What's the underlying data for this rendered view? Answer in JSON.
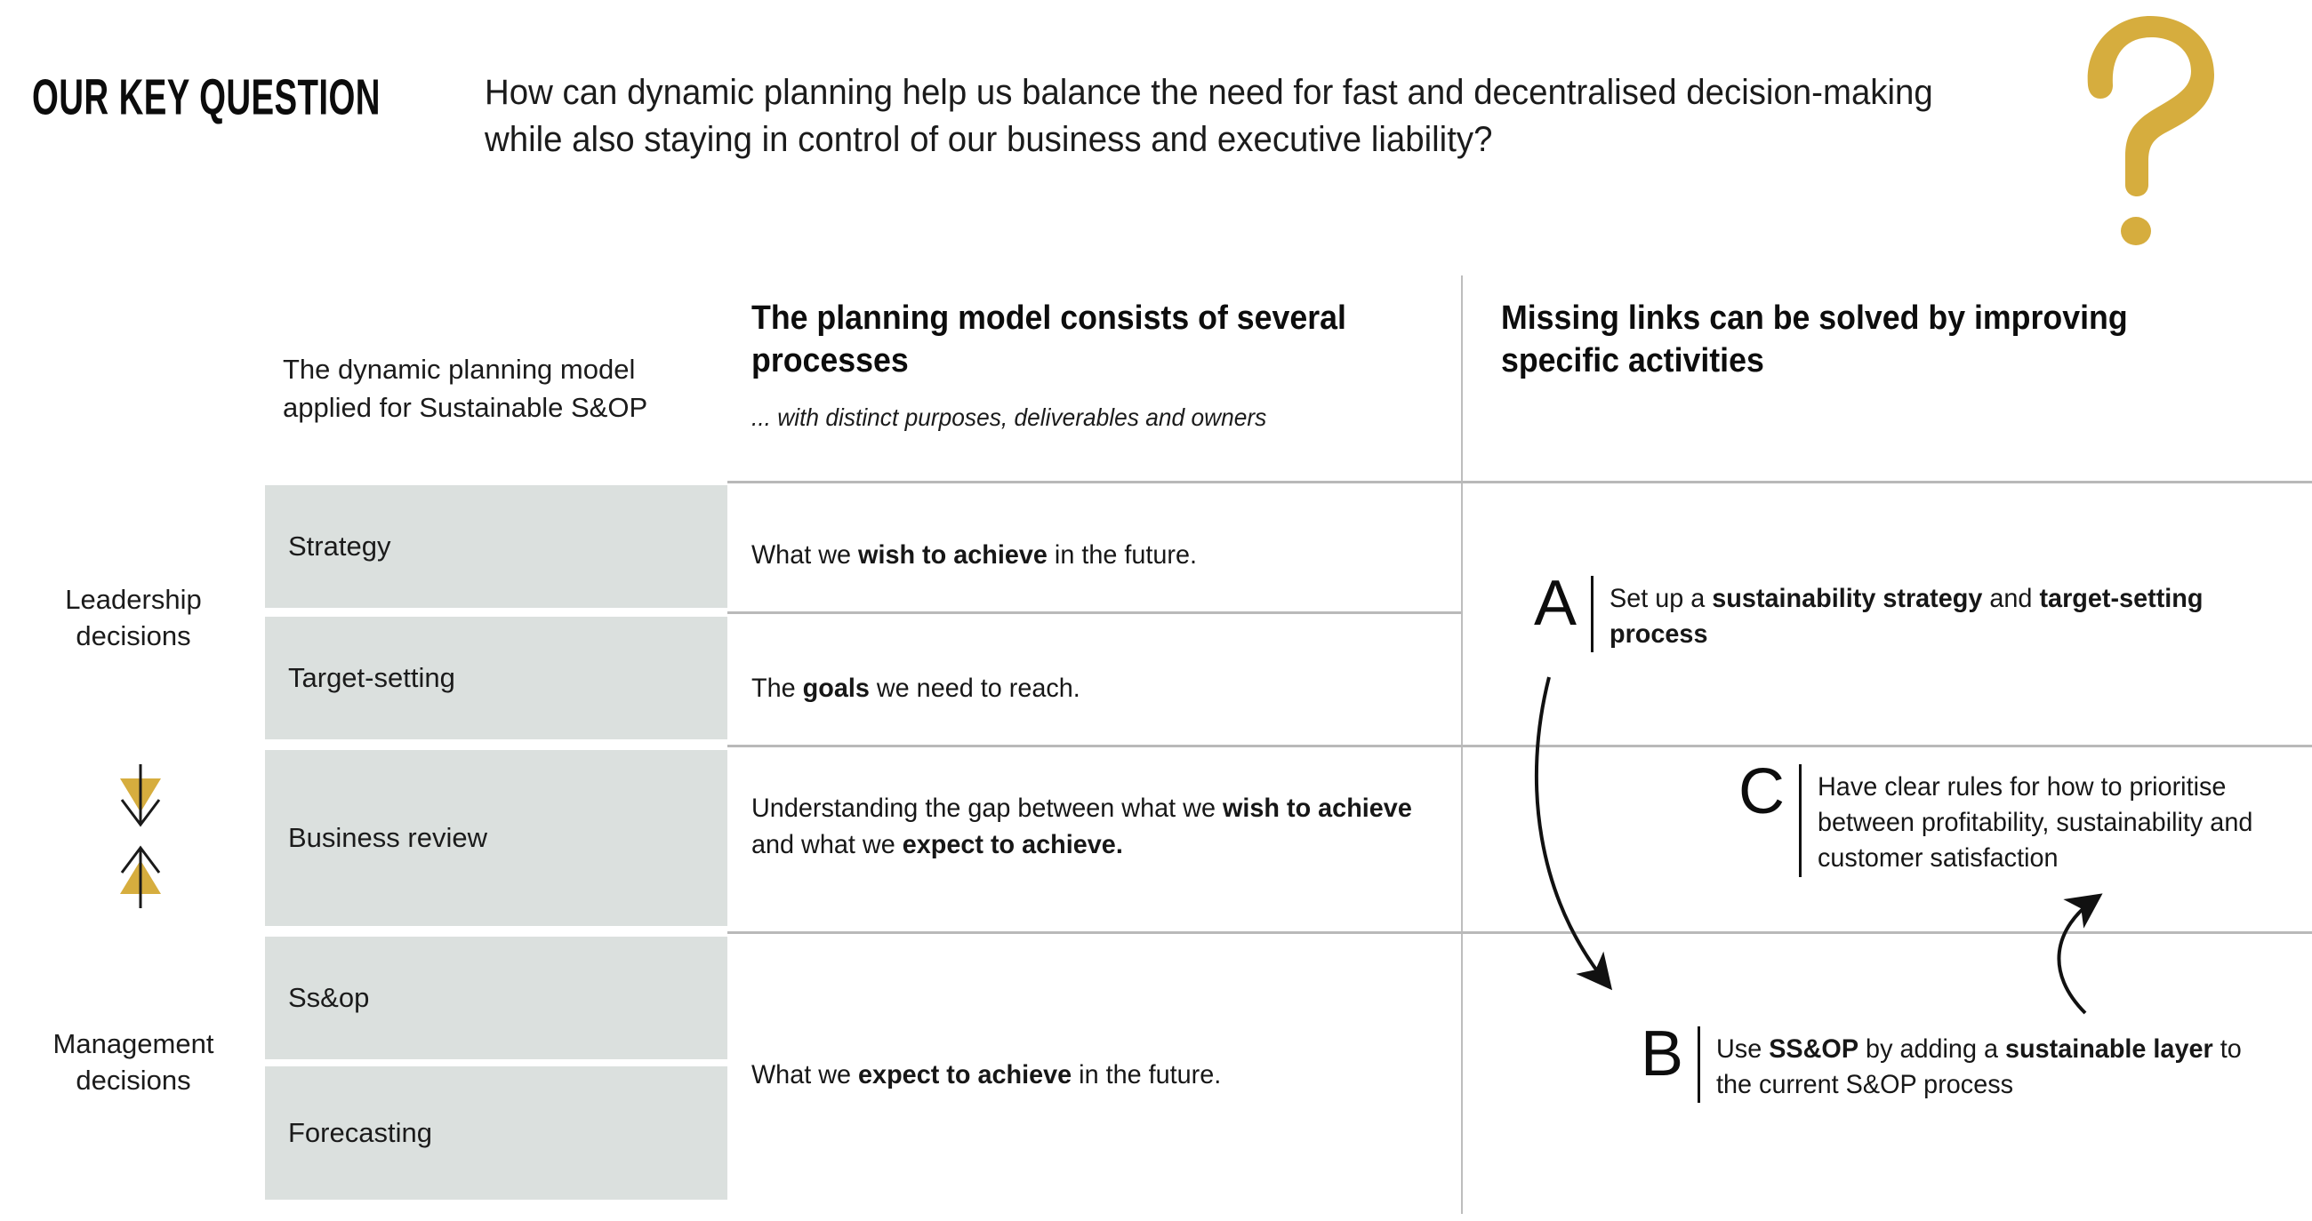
{
  "header": {
    "label": "OUR KEY QUESTION",
    "question": "How can dynamic planning help us balance the need for fast and decentralised decision-making while also staying in control of our business and executive liability?",
    "icon": "question-mark-icon",
    "icon_color": "#d6ad3e"
  },
  "side_labels": {
    "top": "Leadership\ndecisions",
    "top_line1": "Leadership",
    "top_line2": "decisions",
    "bottom_line1": "Management",
    "bottom_line2": "decisions",
    "arrow_down": "arrow-down-icon",
    "arrow_up": "arrow-up-icon"
  },
  "columns": {
    "col1": {
      "header": "The dynamic planning model applied for Sustainable S&OP"
    },
    "col2": {
      "title": "The planning model consists of several processes",
      "subtitle": "... with distinct purposes, deliverables and owners"
    },
    "col3": {
      "title": "Missing links can be solved by improving specific activities"
    }
  },
  "processes": [
    {
      "name": "Strategy"
    },
    {
      "name": "Target-setting"
    },
    {
      "name": "Business review"
    },
    {
      "name": "Ss&op"
    },
    {
      "name": "Forecasting"
    }
  ],
  "descriptions": {
    "strategy": {
      "pre": "What we ",
      "bold": "wish to achieve",
      "post": " in the future."
    },
    "target": {
      "pre": "The ",
      "bold": "goals",
      "post": " we need to reach."
    },
    "business_review": {
      "pre": "Understanding the gap between what we ",
      "bold": "wish to achieve",
      "mid": " and what we ",
      "bold2": "expect to achieve.",
      "post": ""
    },
    "sop_forecast": {
      "pre": "What we ",
      "bold": "expect to achieve",
      "post": " in the future."
    }
  },
  "activities": [
    {
      "letter": "A",
      "pre": "Set up a ",
      "bold": "sustainability strategy",
      "mid": " and ",
      "bold2": "target-setting process",
      "post": ""
    },
    {
      "letter": "C",
      "pre": "Have clear rules for how to prioritise between profitability, sustainability and customer satisfaction",
      "bold": "",
      "mid": "",
      "bold2": "",
      "post": ""
    },
    {
      "letter": "B",
      "pre": "Use ",
      "bold": "SS&OP",
      "mid": " by adding a ",
      "bold2": "sustainable layer",
      "post": " to the current S&OP process"
    }
  ],
  "colors": {
    "gold": "#d6ad3e",
    "cell_gray": "#dbe0de",
    "rule_gray": "#b9b9b9",
    "text": "#171717"
  }
}
